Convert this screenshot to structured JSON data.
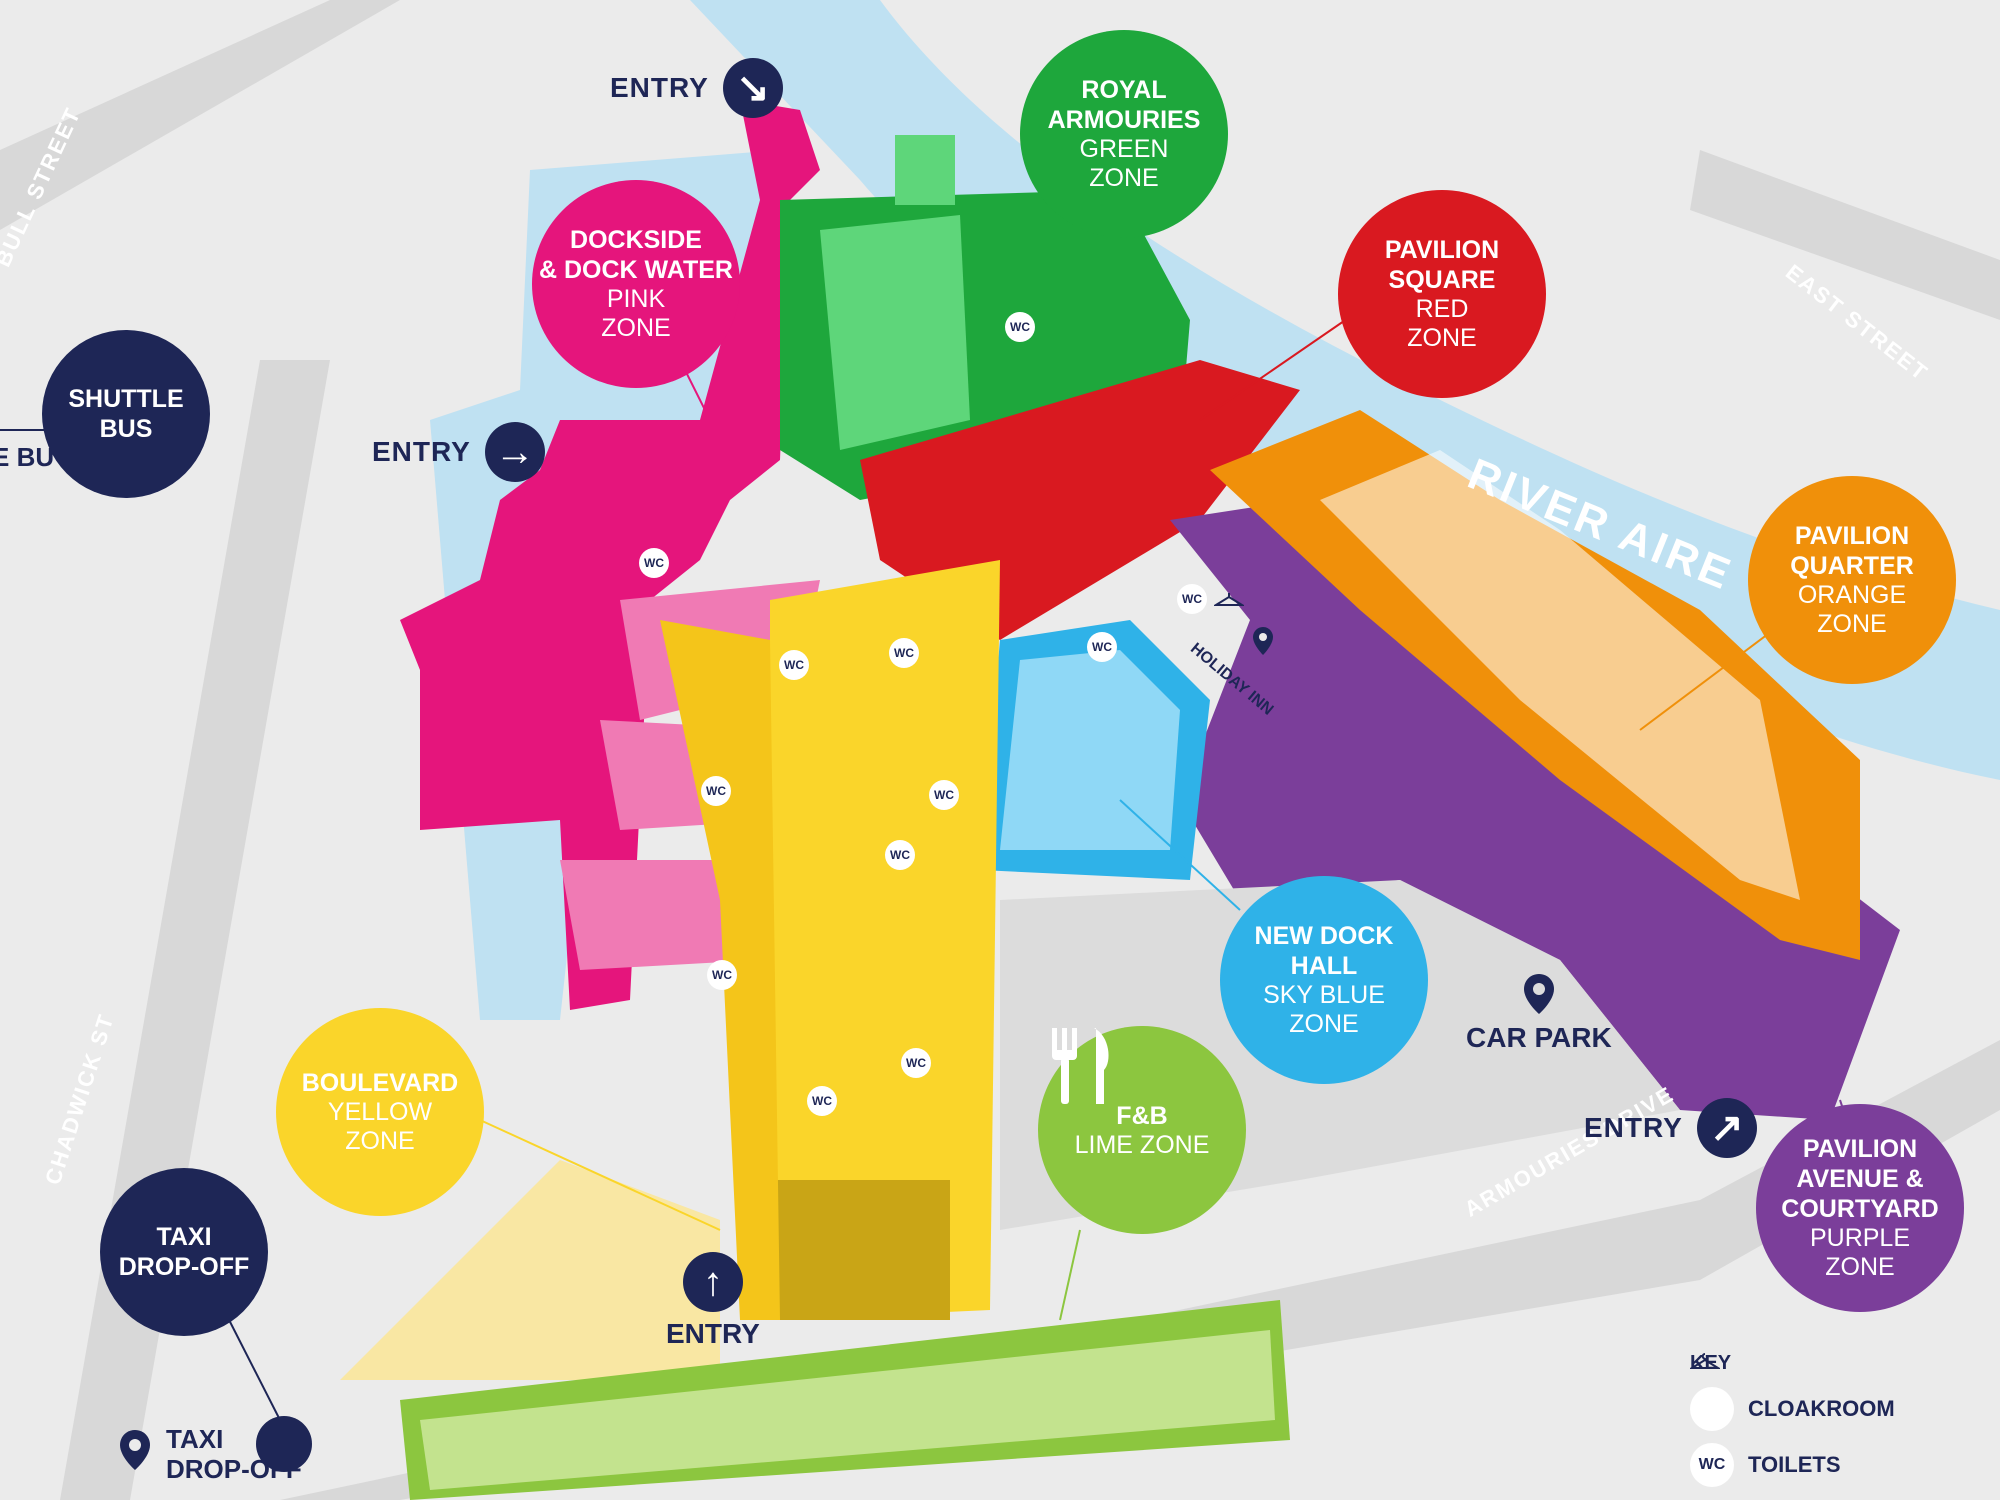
{
  "streets": {
    "bull_street": "BULL STREET",
    "east_street": "EAST STREET",
    "chadwick_st": "CHADWICK ST",
    "armouries_drive": "ARMOURIES DRIVE"
  },
  "river_label": "RIVER AIRE",
  "zones": {
    "pink": {
      "line1": "DOCKSIDE",
      "line2": "& DOCK WATER",
      "line3": "PINK",
      "line4": "ZONE",
      "color": "#e5157c"
    },
    "green": {
      "line1": "ROYAL",
      "line2": "ARMOURIES",
      "line3": "GREEN",
      "line4": "ZONE",
      "color": "#1ea73c"
    },
    "red": {
      "line1": "PAVILION",
      "line2": "SQUARE",
      "line3": "RED",
      "line4": "ZONE",
      "color": "#d91920"
    },
    "orange": {
      "line1": "PAVILION",
      "line2": "QUARTER",
      "line3": "ORANGE",
      "line4": "ZONE",
      "color": "#f0900a"
    },
    "skyblue": {
      "line1": "NEW DOCK",
      "line2": "HALL",
      "line3": "SKY BLUE",
      "line4": "ZONE",
      "color": "#2fb2e8"
    },
    "yellow": {
      "line1": "BOULEVARD",
      "line2": "YELLOW",
      "line3": "ZONE",
      "color": "#fad52a"
    },
    "lime": {
      "line1": "F&B",
      "line2": "LIME ZONE",
      "color": "#8cc63f"
    },
    "purple": {
      "line1": "PAVILION",
      "line2": "AVENUE &",
      "line3": "COURTYARD",
      "line4": "PURPLE",
      "line5": "ZONE",
      "color": "#7b3e9a"
    }
  },
  "transport": {
    "shuttle": {
      "line1": "SHUTTLE",
      "line2": "BUS",
      "edge": "E BU"
    },
    "taxi": {
      "line1": "TAXI",
      "line2": "DROP-OFF"
    },
    "taxi_pin": {
      "line1": "TAXI",
      "line2": "DROP-OFF"
    }
  },
  "entries": {
    "top": "ENTRY",
    "left": "ENTRY",
    "bottom": "ENTRY",
    "right": "ENTRY"
  },
  "landmarks": {
    "holiday_inn": "HOLIDAY INN",
    "car_park": "CAR PARK"
  },
  "wc_label": "WC",
  "key": {
    "title": "KEY",
    "cloakroom": "CLOAKROOM",
    "toilets": "TOILETS"
  },
  "colors": {
    "navy": "#1e2656",
    "water": "#bfe1f2",
    "ground": "#ebebeb",
    "road": "#d8d8d8"
  }
}
